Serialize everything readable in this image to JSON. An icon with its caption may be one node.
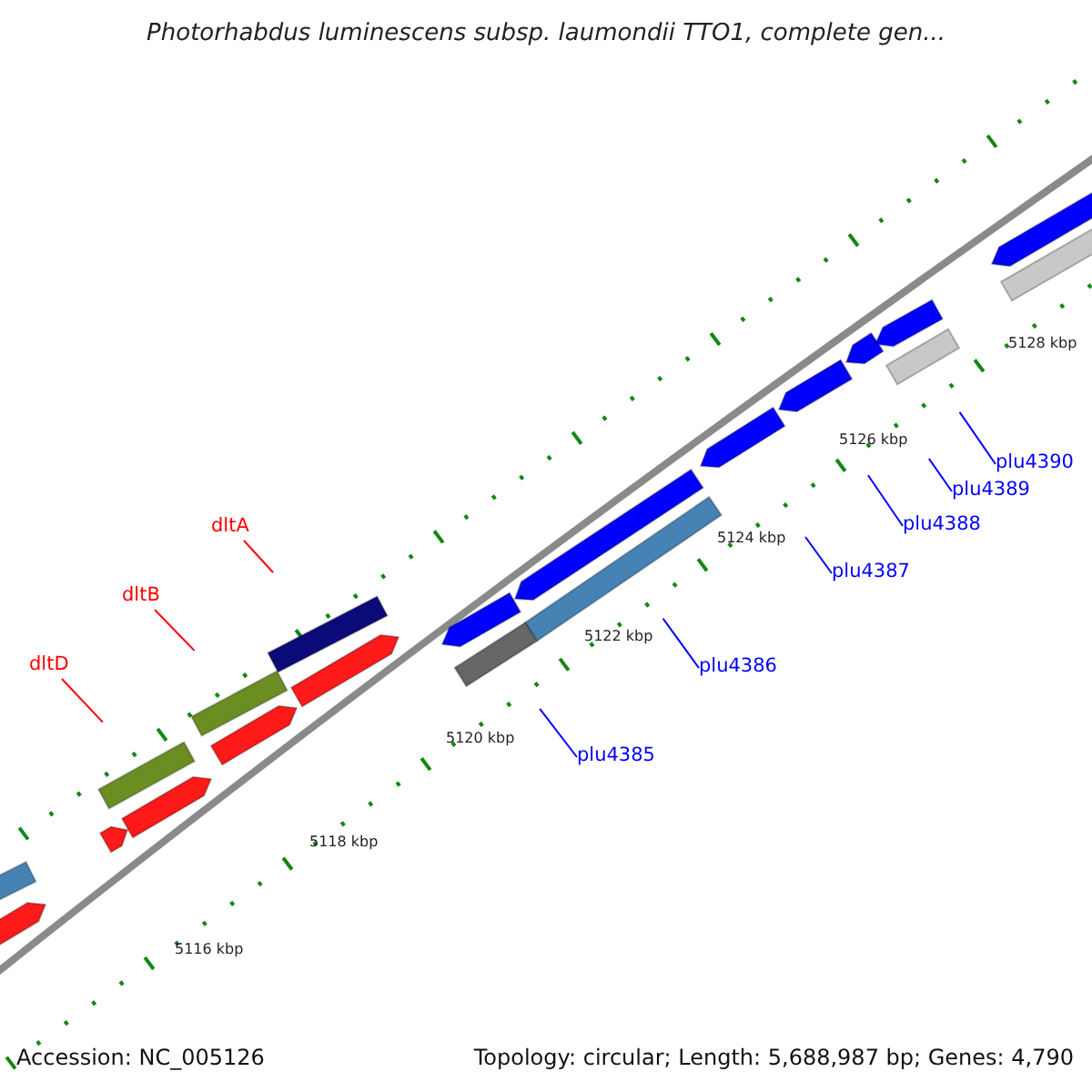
{
  "diagram": {
    "title": "Photorhabdus luminescens subsp. laumondii TTO1, complete gen...",
    "nodes": [
      {
        "text": [
          "dltA"
        ]
      },
      {
        "text": [
          "dltB"
        ]
      },
      {
        "text": [
          "dltD"
        ]
      },
      {
        "text": [
          "plu4385"
        ]
      },
      {
        "text": [
          "plu4386"
        ]
      },
      {
        "text": [
          "plu4387"
        ]
      },
      {
        "text": [
          "plu4388"
        ]
      },
      {
        "text": [
          "plu4389"
        ]
      },
      {
        "text": [
          "plu4390"
        ]
      }
    ],
    "edges": [
      {
        "from": 0,
        "to": null,
        "arrow": "none",
        "color": "#ff0000"
      },
      {
        "from": 1,
        "to": null,
        "arrow": "none",
        "color": "#ff0000"
      },
      {
        "from": 2,
        "to": null,
        "arrow": "none",
        "color": "#ff0000"
      },
      {
        "from": 3,
        "to": null,
        "arrow": "none"
      },
      {
        "from": 4,
        "to": null,
        "arrow": "none"
      },
      {
        "from": 5,
        "to": null,
        "arrow": "none"
      },
      {
        "from": 6,
        "to": null,
        "arrow": "none"
      },
      {
        "from": 7,
        "to": null,
        "arrow": "none"
      },
      {
        "from": 8,
        "to": null,
        "arrow": "none"
      }
    ],
    "labels": [
      "5128 kbp",
      "5126 kbp",
      "5124 kbp",
      "5122 kbp",
      "5120 kbp",
      "5118 kbp",
      "5116 kbp",
      "Accession: NC_005126",
      "Topology: circular; Length: 5,688,987 bp; Genes: 4,790"
    ]
  }
}
